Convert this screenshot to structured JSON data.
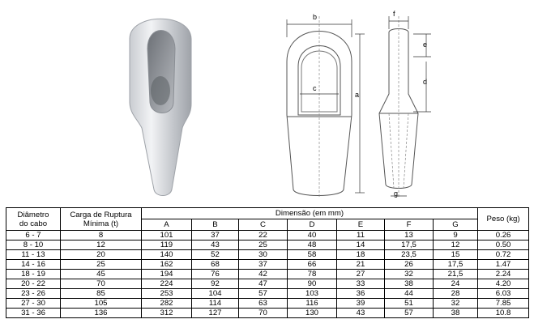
{
  "drawing_labels": {
    "b": "b",
    "f": "f",
    "e": "e",
    "d": "d",
    "a": "a",
    "c": "c",
    "g": "g"
  },
  "table": {
    "header": {
      "diameter": [
        "Diâmetro",
        "do cabo"
      ],
      "load": [
        "Carga de Ruptura",
        "Mínima (t)"
      ],
      "dimension": "Dimensão (em mm)",
      "weight": "Peso (kg)",
      "dim_cols": [
        "A",
        "B",
        "C",
        "D",
        "E",
        "F",
        "G"
      ]
    },
    "rows": [
      [
        "6 - 7",
        "8",
        "101",
        "37",
        "22",
        "40",
        "11",
        "13",
        "9",
        "0.26"
      ],
      [
        "8 - 10",
        "12",
        "119",
        "43",
        "25",
        "48",
        "14",
        "17,5",
        "12",
        "0.50"
      ],
      [
        "11 - 13",
        "20",
        "140",
        "52",
        "30",
        "58",
        "18",
        "23,5",
        "15",
        "0.72"
      ],
      [
        "14 - 16",
        "25",
        "162",
        "68",
        "37",
        "66",
        "21",
        "26",
        "17,5",
        "1.47"
      ],
      [
        "18 - 19",
        "45",
        "194",
        "76",
        "42",
        "78",
        "27",
        "32",
        "21,5",
        "2.24"
      ],
      [
        "20 - 22",
        "70",
        "224",
        "92",
        "47",
        "90",
        "33",
        "38",
        "24",
        "4.20"
      ],
      [
        "23 - 26",
        "85",
        "253",
        "104",
        "57",
        "103",
        "36",
        "44",
        "28",
        "6.03"
      ],
      [
        "27 - 30",
        "105",
        "282",
        "114",
        "63",
        "116",
        "39",
        "51",
        "32",
        "7.85"
      ],
      [
        "31 - 36",
        "136",
        "312",
        "127",
        "70",
        "130",
        "43",
        "57",
        "38",
        "10.8"
      ]
    ]
  }
}
